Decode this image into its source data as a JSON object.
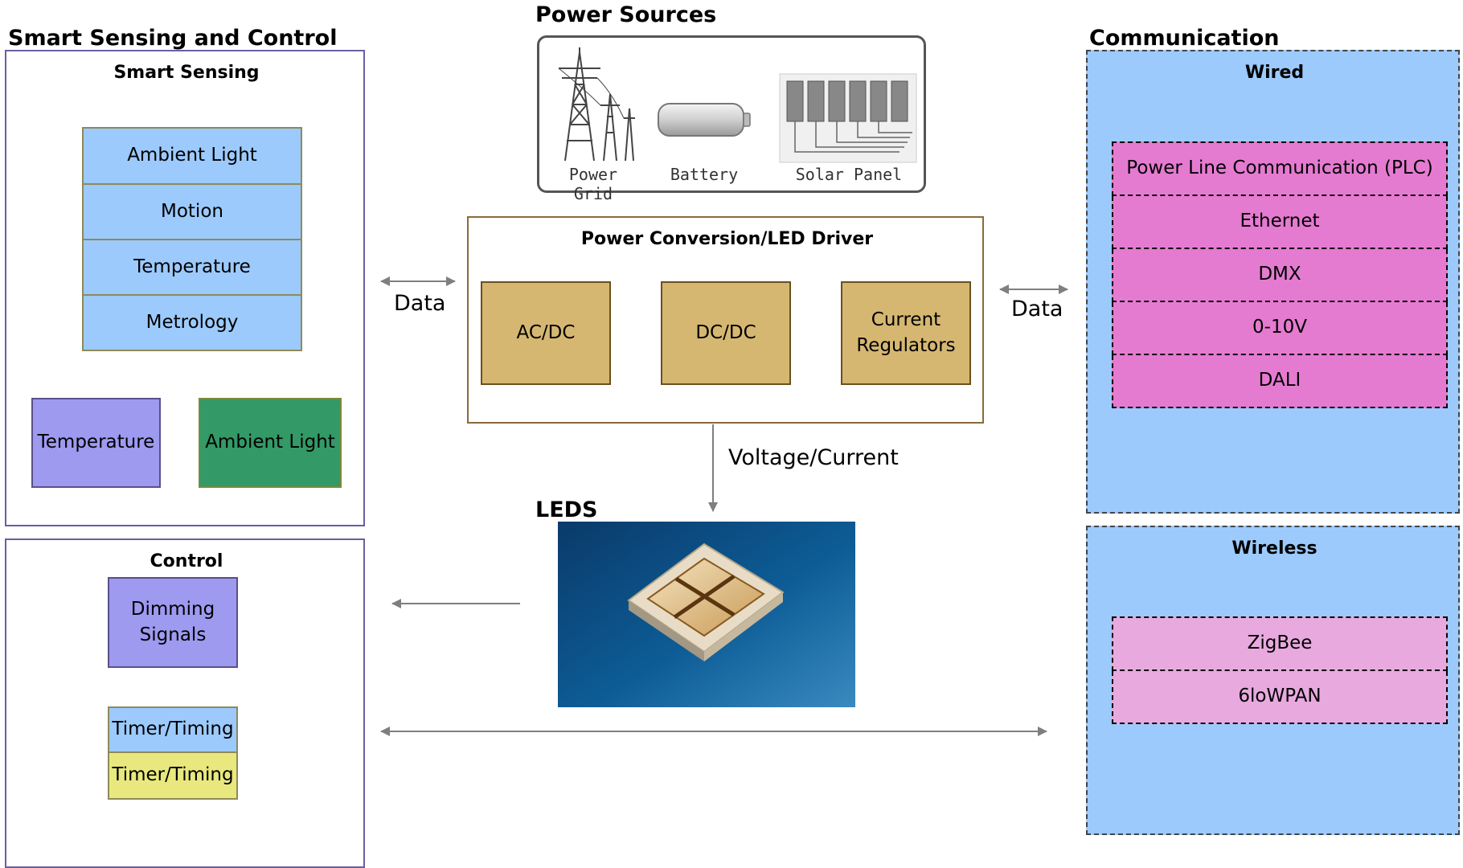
{
  "left": {
    "title": "Smart Sensing and Control",
    "sensing": {
      "title": "Smart Sensing",
      "items": [
        "Ambient Light",
        "Motion",
        "Temperature",
        "Metrology"
      ],
      "extra_left": "Temperature",
      "extra_right": "Ambient Light"
    },
    "control": {
      "title": "Control",
      "dimming": "Dimming Signals",
      "timer_top": "Timer/Timing",
      "timer_bottom": "Timer/Timing"
    }
  },
  "center": {
    "power_sources_title": "Power Sources",
    "sources": [
      "Power Grid",
      "Battery",
      "Solar Panel"
    ],
    "driver": {
      "title": "Power Conversion/LED Driver",
      "blocks": [
        "AC/DC",
        "DC/DC",
        "Current\nRegulators"
      ]
    },
    "data_left": "Data",
    "data_right": "Data",
    "voltage_label": "Voltage/Current",
    "leds_title": "LEDS"
  },
  "right": {
    "title": "Communication",
    "wired": {
      "title": "Wired",
      "items": [
        "Power Line Communication (PLC)",
        "Ethernet",
        "DMX",
        "0-10V",
        "DALI"
      ]
    },
    "wireless": {
      "title": "Wireless",
      "items": [
        "ZigBee",
        "6loWPAN"
      ]
    }
  },
  "colors": {
    "sensing_blue": "#9ccafc",
    "purple": "#9e9af0",
    "green": "#339966",
    "tan": "#d6b772",
    "magenta": "#e57bd1",
    "pink": "#e8a9df",
    "yellow": "#e8e87e"
  }
}
